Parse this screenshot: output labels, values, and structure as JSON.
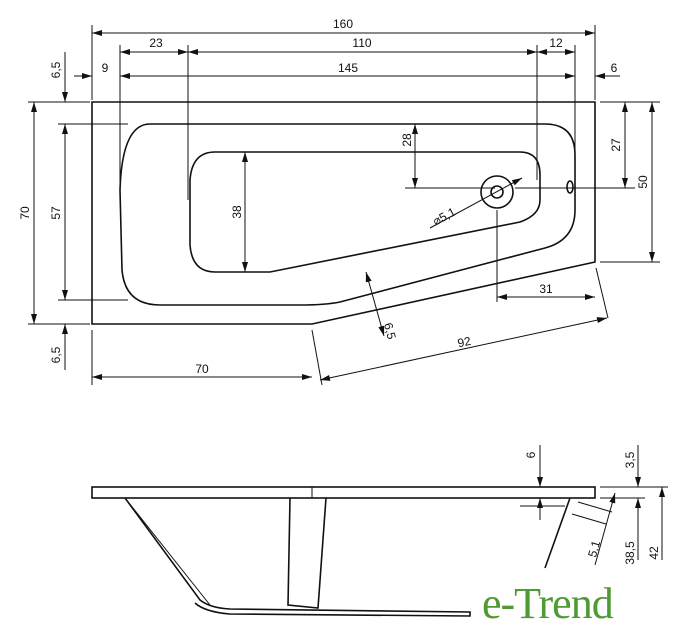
{
  "top_view": {
    "dims": {
      "total_length": "160",
      "left_offset": "23",
      "middle_length": "110",
      "right_offset": "12",
      "rim_left": "9",
      "inner_length": "145",
      "rim_right": "6",
      "rim_top": "6,5",
      "total_width": "70",
      "inner_width": "57",
      "rim_bottom": "6,5",
      "drain_to_edge": "27",
      "right_width": "50",
      "drain_from_top": "28",
      "basin_width": "38",
      "drain_diameter": "⌀5,1",
      "drain_offset": "31",
      "slant_length": "92",
      "slant_rim": "6,5",
      "straight_length": "70"
    }
  },
  "side_view": {
    "dims": {
      "rim_thickness": "6",
      "top_rim": "3,5",
      "slope_thickness": "5,1",
      "inner_height": "38,5",
      "total_height": "42"
    }
  },
  "brand": {
    "logo_text": "e-Trend",
    "color": "#4f9a34"
  }
}
